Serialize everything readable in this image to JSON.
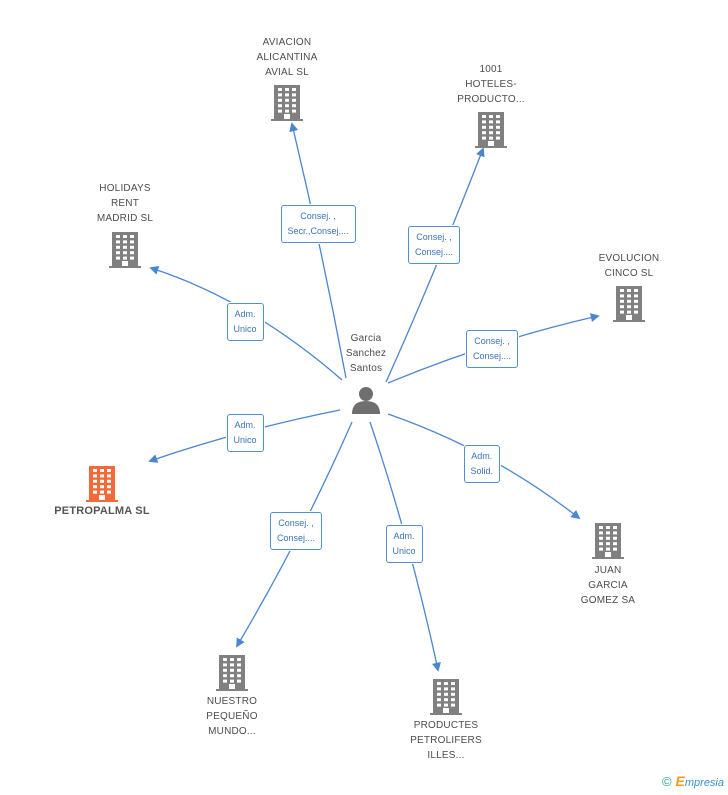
{
  "colors": {
    "edge": "#4a86d0",
    "building": "#808080",
    "focus_building": "#f26a3a",
    "person": "#6f6f6f"
  },
  "center": {
    "name_lines": [
      "Garcia",
      "Sanchez",
      "Santos"
    ],
    "icon": "person-icon"
  },
  "companies": [
    {
      "id": "aviacion",
      "lines": [
        "AVIACION",
        "ALICANTINA",
        "AVIAL SL"
      ],
      "focus": false
    },
    {
      "id": "hoteles",
      "lines": [
        "1001",
        "HOTELES-",
        "PRODUCTO..."
      ],
      "focus": false
    },
    {
      "id": "holidays",
      "lines": [
        "HOLIDAYS",
        "RENT",
        "MADRID SL"
      ],
      "focus": false
    },
    {
      "id": "evolucion",
      "lines": [
        "EVOLUCION",
        "CINCO SL"
      ],
      "focus": false
    },
    {
      "id": "petropalma",
      "lines": [
        "PETROPALMA SL"
      ],
      "focus": true
    },
    {
      "id": "juan",
      "lines": [
        "JUAN",
        "GARCIA",
        "GOMEZ SA"
      ],
      "focus": false
    },
    {
      "id": "nuestro",
      "lines": [
        "NUESTRO",
        "PEQUEÑO",
        "MUNDO..."
      ],
      "focus": false
    },
    {
      "id": "productes",
      "lines": [
        "PRODUCTES",
        "PETROLIFERS",
        "ILLES..."
      ],
      "focus": false
    }
  ],
  "relations": [
    {
      "target": "aviacion",
      "lines": [
        "Consej. ,",
        "Secr.,Consej...."
      ]
    },
    {
      "target": "hoteles",
      "lines": [
        "Consej. ,",
        "Consej...."
      ]
    },
    {
      "target": "holidays",
      "lines": [
        "Adm.",
        "Unico"
      ]
    },
    {
      "target": "evolucion",
      "lines": [
        "Consej. ,",
        "Consej...."
      ]
    },
    {
      "target": "petropalma",
      "lines": [
        "Adm.",
        "Unico"
      ]
    },
    {
      "target": "juan",
      "lines": [
        "Adm.",
        "Solid."
      ]
    },
    {
      "target": "nuestro",
      "lines": [
        "Consej. ,",
        "Consej...."
      ]
    },
    {
      "target": "productes",
      "lines": [
        "Adm.",
        "Unico"
      ]
    }
  ],
  "footer": {
    "copyright": "©",
    "brand_initial": "E",
    "brand_rest": "mpresia"
  }
}
